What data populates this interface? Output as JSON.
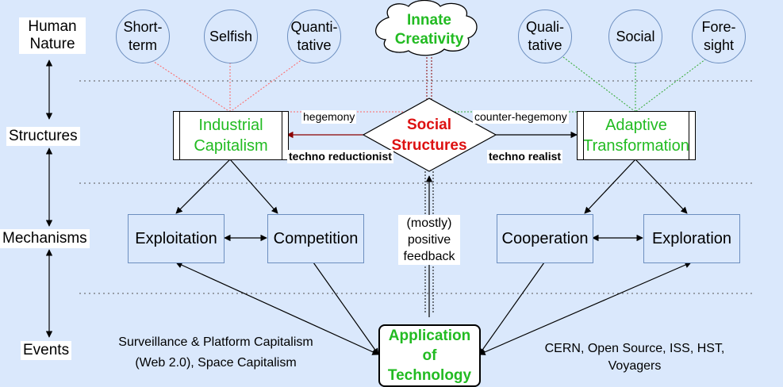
{
  "levels": [
    "Human Nature",
    "Structures",
    "Mechanisms",
    "Events"
  ],
  "human_nature_left": [
    "Short-term",
    "Selfish",
    "Quanti-tative"
  ],
  "human_nature_right": [
    "Quali-tative",
    "Social",
    "Fore-sight"
  ],
  "innate": "Innate Creativity",
  "structures": {
    "left": "Industrial Capitalism",
    "center": "Social Structures",
    "right": "Adaptive Transformation"
  },
  "edge_labels": {
    "hegemony": "hegemony",
    "counter_hegemony": "counter-hegemony",
    "techno_reductionist": "techno reductionist",
    "techno_realist": "techno realist",
    "feedback": "(mostly) positive feedback"
  },
  "mechanisms": [
    "Exploitation",
    "Competition",
    "Cooperation",
    "Exploration"
  ],
  "events": {
    "left": "Surveillance & Platform Capitalism (Web 2.0),  Space Capitalism",
    "center": "Application of Technology",
    "right": "CERN, Open Source, ISS, HST, Voyagers"
  },
  "colors": {
    "background": "#dae8fc",
    "node_stroke": "#6c8ebf",
    "green_text": "#22bb22",
    "red_text": "#dd1111",
    "dark_red": "#8b0000",
    "red_dotted": "#ff6666",
    "green_dotted": "#33aa33"
  }
}
